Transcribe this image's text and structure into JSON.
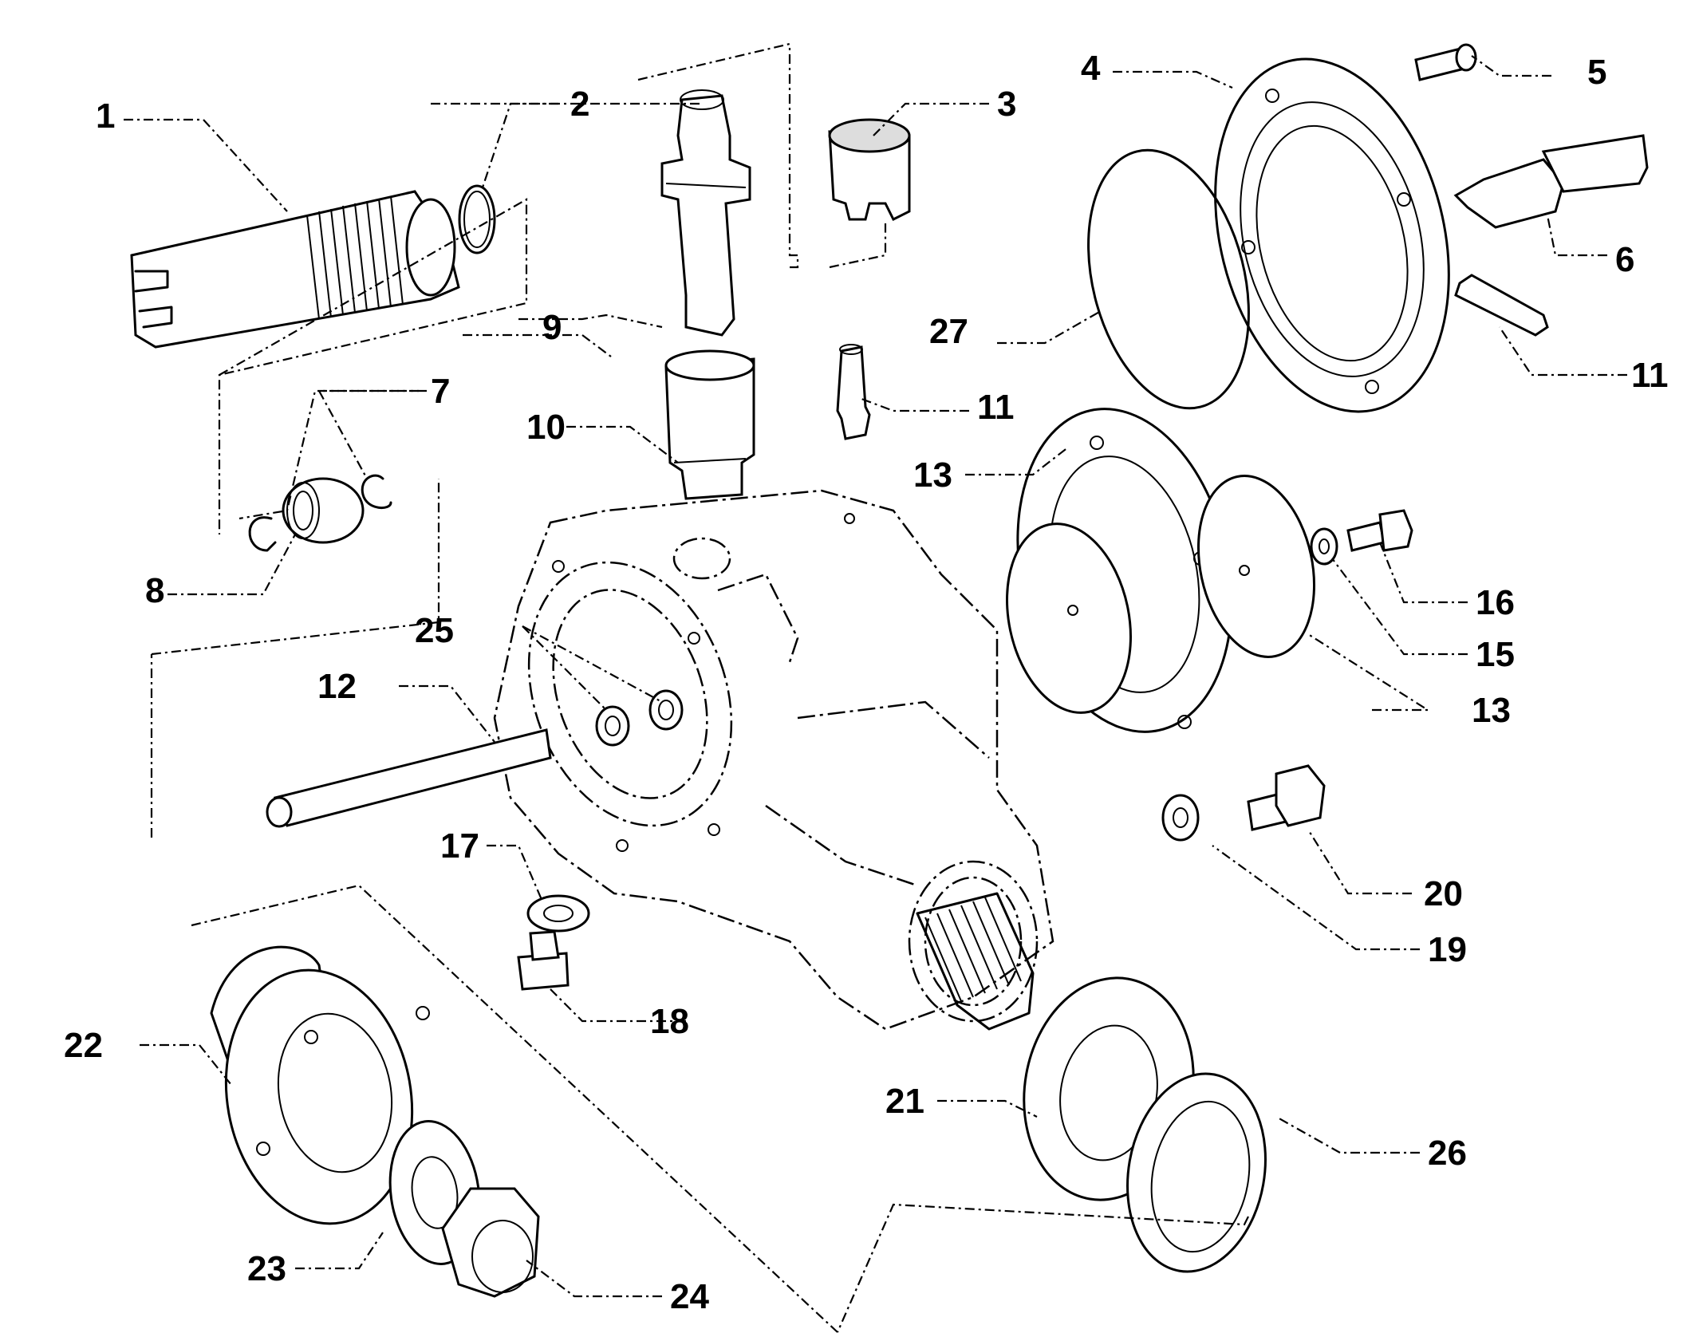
{
  "diagram": {
    "type": "exploded-parts-diagram",
    "labels": [
      {
        "id": "l1",
        "text": "1"
      },
      {
        "id": "l2",
        "text": "2"
      },
      {
        "id": "l3",
        "text": "3"
      },
      {
        "id": "l4",
        "text": "4"
      },
      {
        "id": "l5",
        "text": "5"
      },
      {
        "id": "l6",
        "text": "6"
      },
      {
        "id": "l7",
        "text": "7"
      },
      {
        "id": "l8",
        "text": "8"
      },
      {
        "id": "l9",
        "text": "9"
      },
      {
        "id": "l10",
        "text": "10"
      },
      {
        "id": "l11a",
        "text": "11"
      },
      {
        "id": "l11b",
        "text": "11"
      },
      {
        "id": "l12",
        "text": "12"
      },
      {
        "id": "l13a",
        "text": "13"
      },
      {
        "id": "l13b",
        "text": "13"
      },
      {
        "id": "l15",
        "text": "15"
      },
      {
        "id": "l16",
        "text": "16"
      },
      {
        "id": "l17",
        "text": "17"
      },
      {
        "id": "l18",
        "text": "18"
      },
      {
        "id": "l19",
        "text": "19"
      },
      {
        "id": "l20",
        "text": "20"
      },
      {
        "id": "l21",
        "text": "21"
      },
      {
        "id": "l22",
        "text": "22"
      },
      {
        "id": "l23",
        "text": "23"
      },
      {
        "id": "l24",
        "text": "24"
      },
      {
        "id": "l25",
        "text": "25"
      },
      {
        "id": "l26",
        "text": "26"
      },
      {
        "id": "l27",
        "text": "27"
      }
    ]
  }
}
